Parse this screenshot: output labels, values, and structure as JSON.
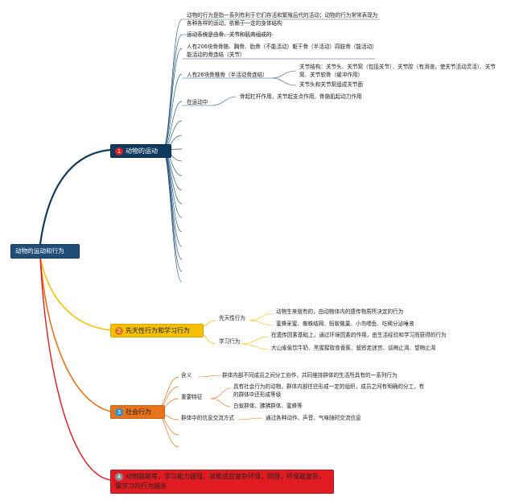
{
  "root": "动物的运动和行为",
  "branches": [
    {
      "number": "1",
      "label": "动物的运动",
      "color": "#0f3a5f",
      "children": [
        {
          "text": "动物的行为是指一系列有利于它们存活和繁殖后代的活动；动物的行为常常表现为各种各样的运动，依赖于一定的身体结构"
        },
        {
          "text": "运动系统是由骨、关节和肌肉组成的"
        },
        {
          "text": "人有206块骨骨骼、胸骨、肋骨（不能活动）躯干骨（半活动）四肢骨（能活动）能活动的骨连结（关节）"
        },
        {
          "text": "人有26块骨椎骨（半活动骨连结）",
          "children": [
            {
              "text": "关节结构：关节头、关节窝（包括关节）、关节腔（有滑液，使关节活动灵活）、关节窝、关节软骨（缓冲作用）"
            },
            {
              "text": "关节头和关节窝组成关节面"
            }
          ]
        },
        {
          "text": "在运动中",
          "children": [
            {
              "text": "骨起杠杆作用，关节起支点作用，骨骼肌起动力作用"
            }
          ]
        }
      ]
    },
    {
      "number": "2",
      "label": "先天性行为和学习行为",
      "color": "#f6c000",
      "children": [
        {
          "text": "先天性行为",
          "children": [
            {
              "text": "动物生来就有的，由动物体内的遗传物质所决定的行为"
            },
            {
              "text": "蜜蜂采蜜、蜘蛛结网、蚂蚁做巢、小鸟喂鱼、吃稀分泌唾液"
            }
          ]
        },
        {
          "text": "学习行为",
          "children": [
            {
              "text": "在遗传因素基础上，通过环境因素的作用，由生活经验和学习而获得的行为"
            },
            {
              "text": "大山雀偷饮牛奶、黑猩猩取食香蕉、蚯蚓走迷宫、谈梅止渴、望梅止渴"
            }
          ]
        }
      ]
    },
    {
      "number": "3",
      "label": "社会行为",
      "color": "#e9731a",
      "children": [
        {
          "text": "含义",
          "children": [
            {
              "text": "群体内部不同成员之间分工协作，共同维持群体的生活所具有的一系列行为"
            }
          ]
        },
        {
          "text": "重要特征",
          "children": [
            {
              "text": "具有社会行为的动物，群体内部往往形成一定的组织，成员之间有明确的分工，有的群体中还形成等级"
            },
            {
              "text": "白蚁群体、狒狒群体、蜜蜂等"
            }
          ]
        },
        {
          "text": "群体中的信息交流方式",
          "children": [
            {
              "text": "通过各种动作、声音、气味随时交流信息"
            }
          ]
        }
      ]
    },
    {
      "number": "4",
      "label": "动物越高等，学习能力越强，就能适应复杂环境，同理，环境越复杂，需学习的行为越多",
      "color": "#e01b22",
      "children": []
    }
  ]
}
